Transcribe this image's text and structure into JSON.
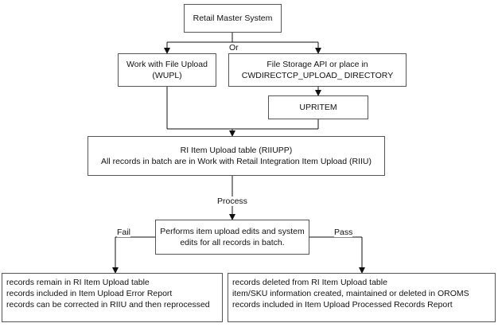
{
  "nodes": {
    "retail_master": "Retail Master System",
    "wupl": [
      "Work with File Upload",
      "(WUPL)"
    ],
    "file_storage": [
      "File Storage API or place in",
      "CWDIRECTCP_UPLOAD_ DIRECTORY"
    ],
    "upritem": "UPRITEM",
    "ri_table": [
      "RI Item Upload table (RIIUPP)",
      "All records in batch are in Work with Retail Integration Item Upload (RIIU)"
    ],
    "edits": [
      "Performs item upload edits and system",
      "edits for all records in batch."
    ],
    "fail_result": [
      "records remain in RI Item Upload table",
      "records included in Item Upload Error Report",
      "records can be corrected in RIIU and then reprocessed"
    ],
    "pass_result": [
      "records deleted from RI Item Upload table",
      "item/SKU information created, maintained or deleted in OROMS",
      "records included in Item Upload Processed Records Report"
    ]
  },
  "labels": {
    "or": "Or",
    "process": "Process",
    "fail": "Fail",
    "pass": "Pass"
  }
}
